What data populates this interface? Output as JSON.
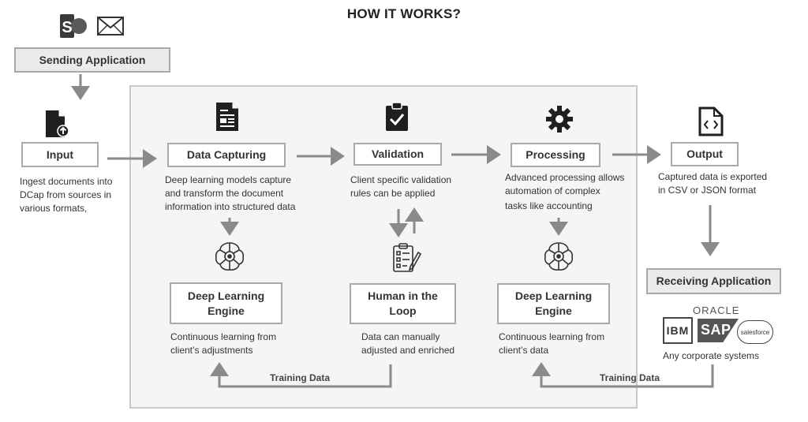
{
  "title": "HOW IT WORKS?",
  "colors": {
    "box_border": "#a9a9a9",
    "arrow": "#8a8a8a",
    "panel_bg": "#f5f5f5",
    "icon": "#1f1f1f"
  },
  "sending": {
    "label": "Sending Application",
    "icons": [
      "sharepoint-icon",
      "mail-icon"
    ]
  },
  "input": {
    "label": "Input",
    "icon": "file-upload-icon",
    "description": [
      "Ingest documents into",
      "DCap from sources in",
      "various formats,"
    ]
  },
  "data_capturing": {
    "label": "Data Capturing",
    "icon": "document-icon",
    "description": [
      "Deep learning models capture",
      "and transform the document",
      "information into structured data"
    ]
  },
  "validation": {
    "label": "Validation",
    "icon": "clipboard-check-icon",
    "description": [
      "Client specific validation",
      "rules can be applied"
    ]
  },
  "processing": {
    "label": "Processing",
    "icon": "gear-icon",
    "description": [
      "Advanced processing allows",
      "automation of complex",
      "tasks like accounting"
    ]
  },
  "output": {
    "label": "Output",
    "icon": "code-file-icon",
    "description": [
      "Captured data is exported",
      "in CSV or JSON format"
    ]
  },
  "deep_learning_left": {
    "label_lines": [
      "Deep Learning",
      "Engine"
    ],
    "icon": "brain-circuit-icon",
    "description": [
      "Continuous learning from",
      "client’s adjustments"
    ]
  },
  "human_loop": {
    "label_lines": [
      "Human in the",
      "Loop"
    ],
    "icon": "checklist-pen-icon",
    "description": [
      "Data can manually",
      "adjusted and enriched"
    ]
  },
  "deep_learning_right": {
    "label_lines": [
      "Deep Learning",
      "Engine"
    ],
    "icon": "brain-circuit-icon",
    "description": [
      "Continuous learning from",
      "client’s data"
    ]
  },
  "receiving": {
    "label": "Receiving Application",
    "logos": [
      "ORACLE",
      "IBM",
      "SAP",
      "salesforce"
    ],
    "caption": "Any corporate systems"
  },
  "training_left": "Training Data",
  "training_right": "Training Data"
}
